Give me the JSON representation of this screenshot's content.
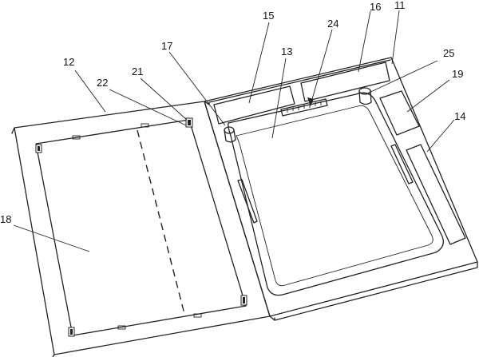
{
  "labels": {
    "l11": "11",
    "l12": "12",
    "l13": "13",
    "l14": "14",
    "l15": "15",
    "l16": "16",
    "l17": "17",
    "l18": "18",
    "l19": "19",
    "l21": "21",
    "l22": "22",
    "l24": "24",
    "l25": "25"
  }
}
